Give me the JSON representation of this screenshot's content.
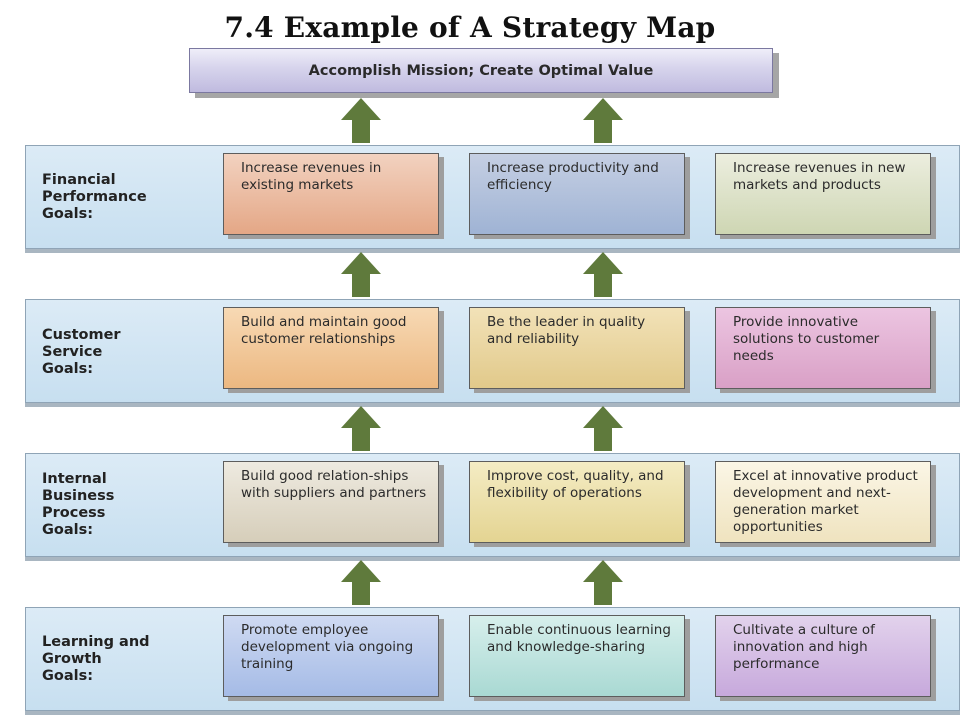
{
  "title": "7.4 Example of A Strategy Map",
  "mission": "Accomplish Mission; Create Optimal Value",
  "colors": {
    "arrow": "#5f7a3c",
    "band": "#d3e6f4"
  },
  "rows": [
    {
      "label": "Financial\nPerformance\nGoals:",
      "cells": [
        "Increase revenues in existing markets",
        "Increase productivity and efficiency",
        "Increase revenues in new markets and products"
      ]
    },
    {
      "label": "Customer\nService\nGoals:",
      "cells": [
        "Build and maintain good customer relationships",
        "Be the leader in quality and reliability",
        "Provide innovative solutions to customer needs"
      ]
    },
    {
      "label": "Internal\nBusiness\nProcess\nGoals:",
      "cells": [
        "Build good relation-ships with suppliers and partners",
        "Improve cost, quality, and flexibility of operations",
        "Excel at innovative product development and next-generation market opportunities"
      ]
    },
    {
      "label": "Learning and\nGrowth\nGoals:",
      "cells": [
        "Promote employee development via ongoing training",
        "Enable continuous learning and knowledge-sharing",
        "Cultivate a culture of innovation and high performance"
      ]
    }
  ]
}
